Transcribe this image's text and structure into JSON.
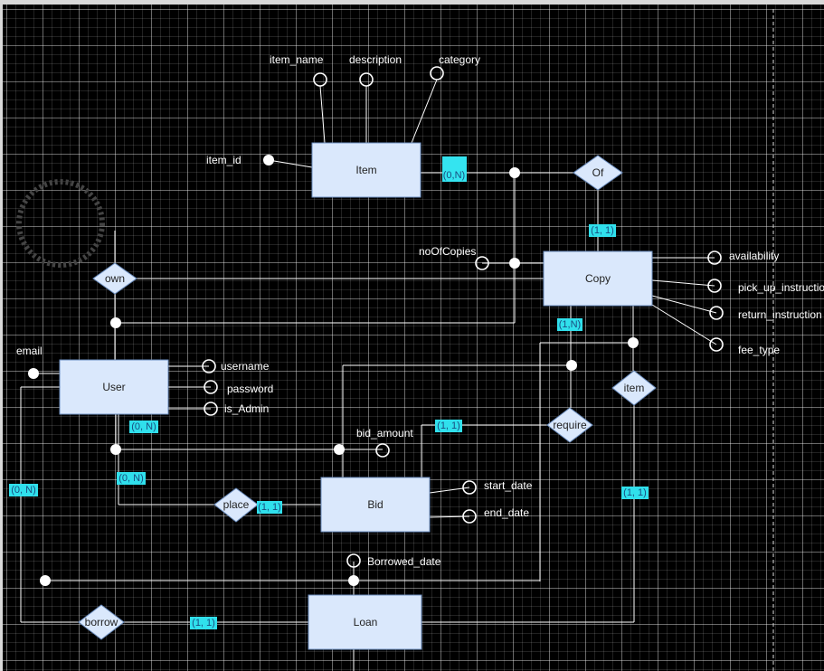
{
  "diagram": {
    "entities": {
      "item": "Item",
      "copy": "Copy",
      "user": "User",
      "bid": "Bid",
      "loan": "Loan"
    },
    "relationships": {
      "of": "Of",
      "own": "own",
      "item": "item",
      "require": "require",
      "place": "place",
      "borrow": "borrow"
    },
    "attributes": {
      "item_name": "item_name",
      "description": "description",
      "category": "category",
      "item_id": "item_id",
      "noOfCopies": "noOfCopies",
      "availability": "availability",
      "pick_up_instruction": "pick_up_instructio",
      "return_instruction": "return_instruction",
      "fee_type": "fee_type",
      "email": "email",
      "username": "username",
      "password": "password",
      "is_Admin": "is_Admin",
      "bid_amount": "bid_amount",
      "start_date": "start_date",
      "end_date": "end_date",
      "borrowed_date": "Borrowed_date"
    },
    "cardinalities": {
      "item_of": "(0,N)",
      "of_copy": "(1, 1)",
      "copy_require": "(1,N)",
      "require_bid": "(1, 1)",
      "user_own": "(0, N)",
      "user_place": "(0, N)",
      "place_bid": "(1, 1)",
      "user_borrow": "(0, N)",
      "borrow_loan": "(1, 1)",
      "item_loan": "(1, 1)"
    }
  }
}
